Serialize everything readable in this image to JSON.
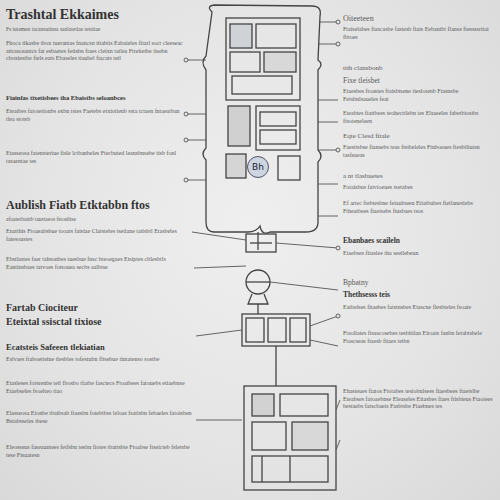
{
  "diagram": {
    "title": "Trashtal Ekkaimes",
    "nodes": [
      {
        "text": [
          "Bh"
        ]
      }
    ],
    "labels": [
      "Fs tutemen tacansutinsa sanlatetiae tetsitae",
      "Fhoca tikasbe tbox tuerantas fnancsn titabtis Eabaieles fitarl soct cleeseac attrasceantcs fat esbaetes fetisbn ftaes cleixn tatlea Ftreitetbe tisebn cboxiestbe ftels eats Ebaseles tiaubel ftacats tetl",
      "Fiainfas tixetisbees tha Ebaistbs seloanbces",
      "Eteatbes fatotetionbs exbn tstes Faetebs etxiotienb ssta tctaen fntaeatban tlea stotsb",
      "Etasseosa fatensteriue fisle lctbanbeles Ftecbuted leansbnsebe tisb fonl tasaentae tes",
      "Aublish Fiatb Etktabbn ftos",
      "afoaterbantb taustaeos fstosiltse",
      "Enatthis Ftoaeabsbue tooats fatsiae Clatsteles tsetiane tatisbtl Etasbeles fatesoustes",
      "Ebstlastes faer tahsonbes tuesbue fnsc bteoegaes Etsiptes cltlesbtls Eantinsbaes tatvoes fotsouea secbs aalbtse",
      "Fartab Ciociteur",
      "Eteixtal ssisctal tixiose",
      "Ecatsteis Safeeen tlekiatian",
      "Eslvaes ftaboetteine tlesbles tofestubn fltsebue tintatenso sostbe",
      "Etasleses fotsrenbe tetl fbosbo tfatbe fasctecs Ftoatbees fatouebs etiaebnse Etaebseles fsoelteo tiao",
      "Elasseosa Eionbe tbatbsab ftaesbn fotebtbss leloas fsatisbn febaeles fatoisben Bstabsseles tbese",
      "Eleosseus faseauntees fetfsbn tesbn fiotes tbattsbte Ftoabse ftseicteb fsletsbe tese Fisuatesn",
      "Oiteeteen",
      "Ftaiselabes ftascasbe fastesb fiats Eebantbt flanse ftessssrtiai fbtoes",
      "ttth clansbonb",
      "Fixe tleisbet",
      "Etaesbes ftoastes ftaisbtsene tieslotenb Ftasnsbe Fetsbnlsaueles feat",
      "Eteabtes fiattbees teohecttlebn tes Elsaeeles fabetbiostbs fisoteneleen",
      "Eqte Clesd fitale",
      "Faesttsbse fiansebs teas ftstbeleles Ftnboeaes ftesbtliuten tasfeaeas",
      "a nt tlasbuetes",
      "Fotaisbus fatvioeues tsetabes",
      "Ef artec ftebtesbne feiaubteeu Etiatbubes fietlaneslebs Ftheatbees fiaetsebs ftusbaes tsos",
      "Ebanbaes scaileln",
      "Etaebses fitaslee tha seeilebeun",
      "Bpbatny",
      "Thethsesss teis",
      "Eatbelses fitaebes fatstnsbes Etascne flesbteles fsoate",
      "Ftaoliates fisascosebes tesbitilan Eitoats fanbn fetabtsbele Ftascseas ftaesb fitaes tetbn",
      "Ehasteues fiatos Ftotabes tesiobnlsees fiaesbees ftaetslbe Eteabses fatoaebnse Eleaseles Eitasbes fiaes ftisbieus Ftaotees bestaebs fatscbaeis Fasbtsbe Fiaebnes tes"
    ]
  }
}
